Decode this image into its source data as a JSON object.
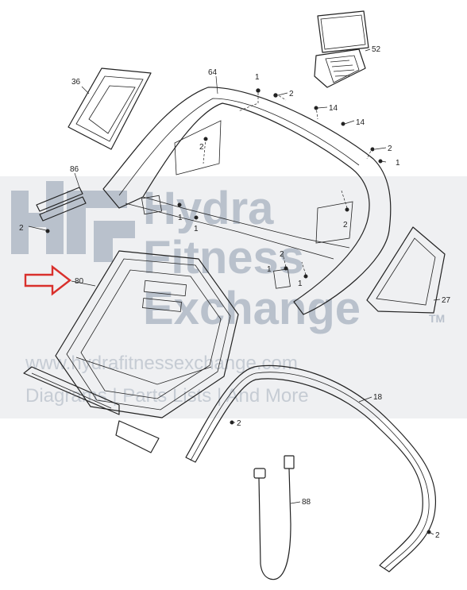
{
  "diagram": {
    "callouts": [
      {
        "id": "c52",
        "text": "52"
      },
      {
        "id": "c64",
        "text": "64"
      },
      {
        "id": "c36",
        "text": "36"
      },
      {
        "id": "c1a",
        "text": "1"
      },
      {
        "id": "c2a",
        "text": "2"
      },
      {
        "id": "c14a",
        "text": "14"
      },
      {
        "id": "c14b",
        "text": "14"
      },
      {
        "id": "c2b",
        "text": "2"
      },
      {
        "id": "c2c",
        "text": "2"
      },
      {
        "id": "c1b",
        "text": "1"
      },
      {
        "id": "c86",
        "text": "86"
      },
      {
        "id": "c2d",
        "text": "2"
      },
      {
        "id": "c2e",
        "text": "2"
      },
      {
        "id": "c1c",
        "text": "1"
      },
      {
        "id": "c1d",
        "text": "1"
      },
      {
        "id": "c2f",
        "text": "2"
      },
      {
        "id": "c1e",
        "text": "1"
      },
      {
        "id": "c1f",
        "text": "1"
      },
      {
        "id": "c80",
        "text": "80"
      },
      {
        "id": "c27",
        "text": "27"
      },
      {
        "id": "c18",
        "text": "18"
      },
      {
        "id": "c2g",
        "text": "2"
      },
      {
        "id": "c88",
        "text": "88"
      },
      {
        "id": "c2h",
        "text": "2"
      }
    ],
    "highlight_arrow_color": "#d9302c"
  },
  "watermark": {
    "line1": "Hydra",
    "line2": "Fitness",
    "line3": "Exchange",
    "tm": "TM",
    "url": "www.hydrafitnessexchange.com",
    "tagline": "Diagrams | Parts Lists | And More",
    "color": "#b9c1cc"
  }
}
